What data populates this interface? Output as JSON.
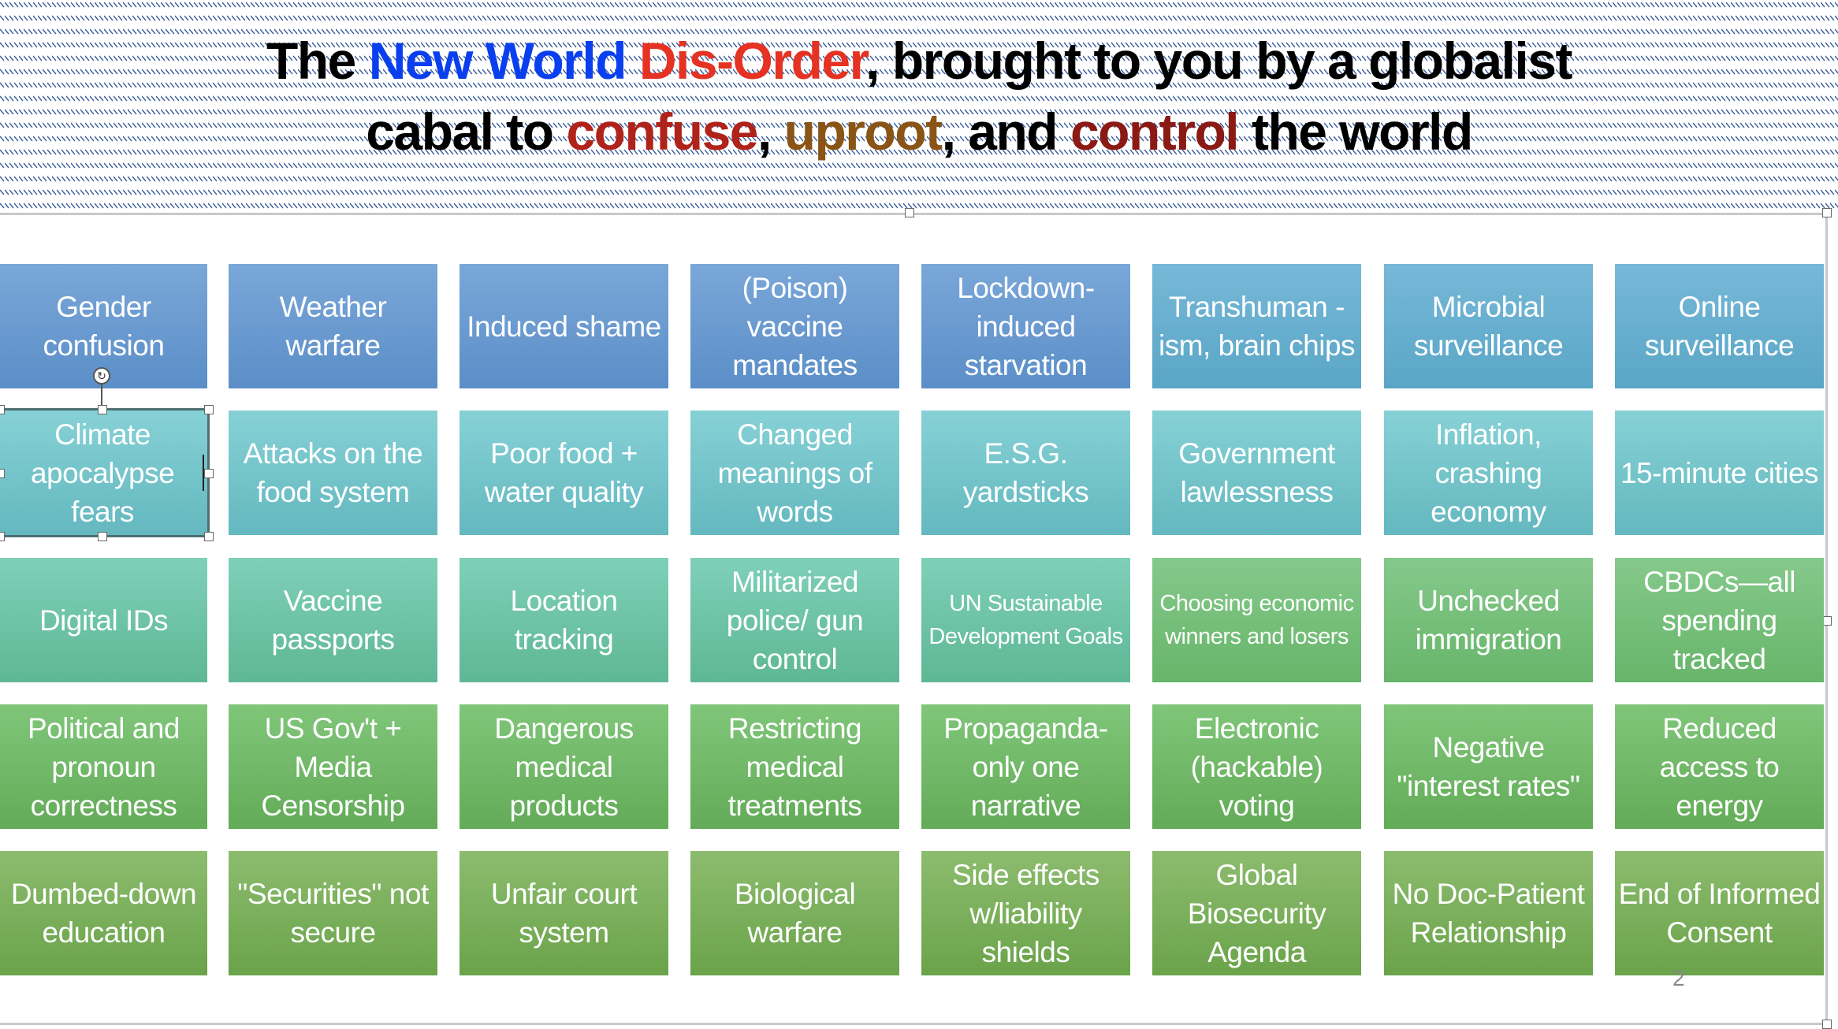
{
  "title": {
    "line1": [
      {
        "text": "The ",
        "color": "#000000"
      },
      {
        "text": "New World ",
        "color": "#0a3ff0"
      },
      {
        "text": "Dis-Order",
        "color": "#e53222"
      },
      {
        "text": ", brought to you by a globalist",
        "color": "#000000"
      }
    ],
    "line2": [
      {
        "text": "cabal to ",
        "color": "#000000"
      },
      {
        "text": "confuse",
        "color": "#b0231a"
      },
      {
        "text": ", ",
        "color": "#000000"
      },
      {
        "text": "uproot",
        "color": "#8a5416"
      },
      {
        "text": ", and ",
        "color": "#000000"
      },
      {
        "text": "control",
        "color": "#8b1a14"
      },
      {
        "text": " the world",
        "color": "#000000"
      }
    ]
  },
  "grid": [
    [
      "Gender confusion",
      "Weather warfare",
      "Induced shame",
      "(Poison) vaccine mandates",
      "Lockdown-induced starvation",
      "Transhuman -ism, brain chips",
      "Microbial surveillance",
      "Online surveillance"
    ],
    [
      "Climate apocalypse fears",
      "Attacks on the food system",
      "Poor food + water quality",
      "Changed meanings of words",
      "E.S.G. yardsticks",
      "Government lawlessness",
      "Inflation, crashing economy",
      "15-minute cities"
    ],
    [
      "Digital IDs",
      "Vaccine passports",
      "Location tracking",
      "Militarized police/ gun control",
      "UN Sustainable Development Goals",
      "Choosing economic winners and losers",
      "Unchecked immigration",
      "CBDCs—all spending tracked"
    ],
    [
      "Political and pronoun correctness",
      "US Gov't + Media Censorship",
      "Dangerous medical products",
      "Restricting medical treatments",
      "Propaganda-only one narrative",
      "Electronic (hackable) voting",
      "Negative \"interest rates\"",
      "Reduced access to energy"
    ],
    [
      "Dumbed-down education",
      "\"Securities\" not secure",
      "Unfair court system",
      "Biological warfare",
      "Side effects w/liability shields",
      "Global Biosecurity Agenda",
      "No Doc-Patient Relationship",
      "End of Informed Consent"
    ]
  ],
  "page_number": "2"
}
